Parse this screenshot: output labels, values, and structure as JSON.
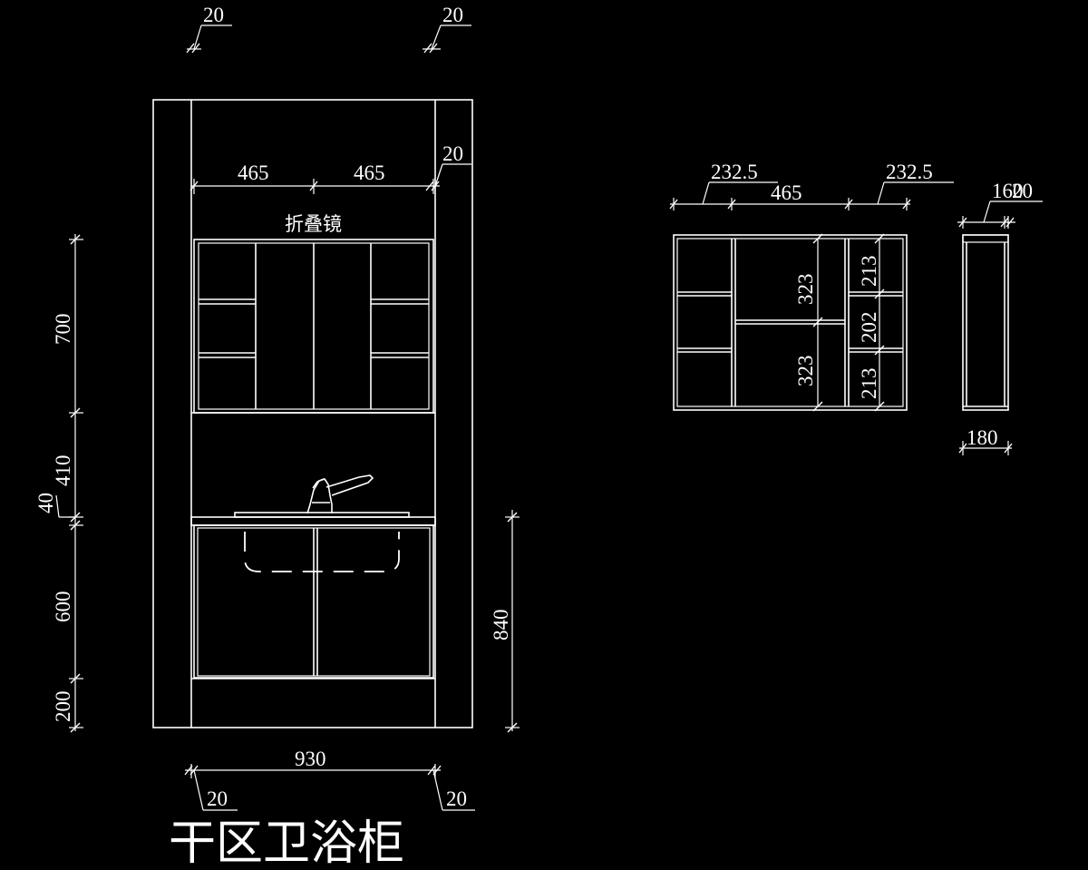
{
  "title": "干区卫浴柜",
  "mirror_label": "折叠镜",
  "dimensions": {
    "top_left_gap": "20",
    "top_right_gap": "20",
    "mirror_left_width": "465",
    "mirror_right_width": "465",
    "mirror_right_gap": "20",
    "total_width": "930",
    "bottom_left_gap": "20",
    "bottom_right_gap": "20",
    "height_mirror": "700",
    "height_backsplash": "410",
    "height_countertop": "40",
    "height_cabinet": "600",
    "height_plinth": "200",
    "height_vanity": "840",
    "detail_left": "232.5",
    "detail_center": "465",
    "detail_right": "232.5",
    "detail_upper_center": "323",
    "detail_lower_center": "323",
    "detail_right_top": "213",
    "detail_right_mid": "202",
    "detail_right_bottom": "213",
    "side_depth_a": "160",
    "side_depth_b": "20",
    "side_width": "180"
  }
}
